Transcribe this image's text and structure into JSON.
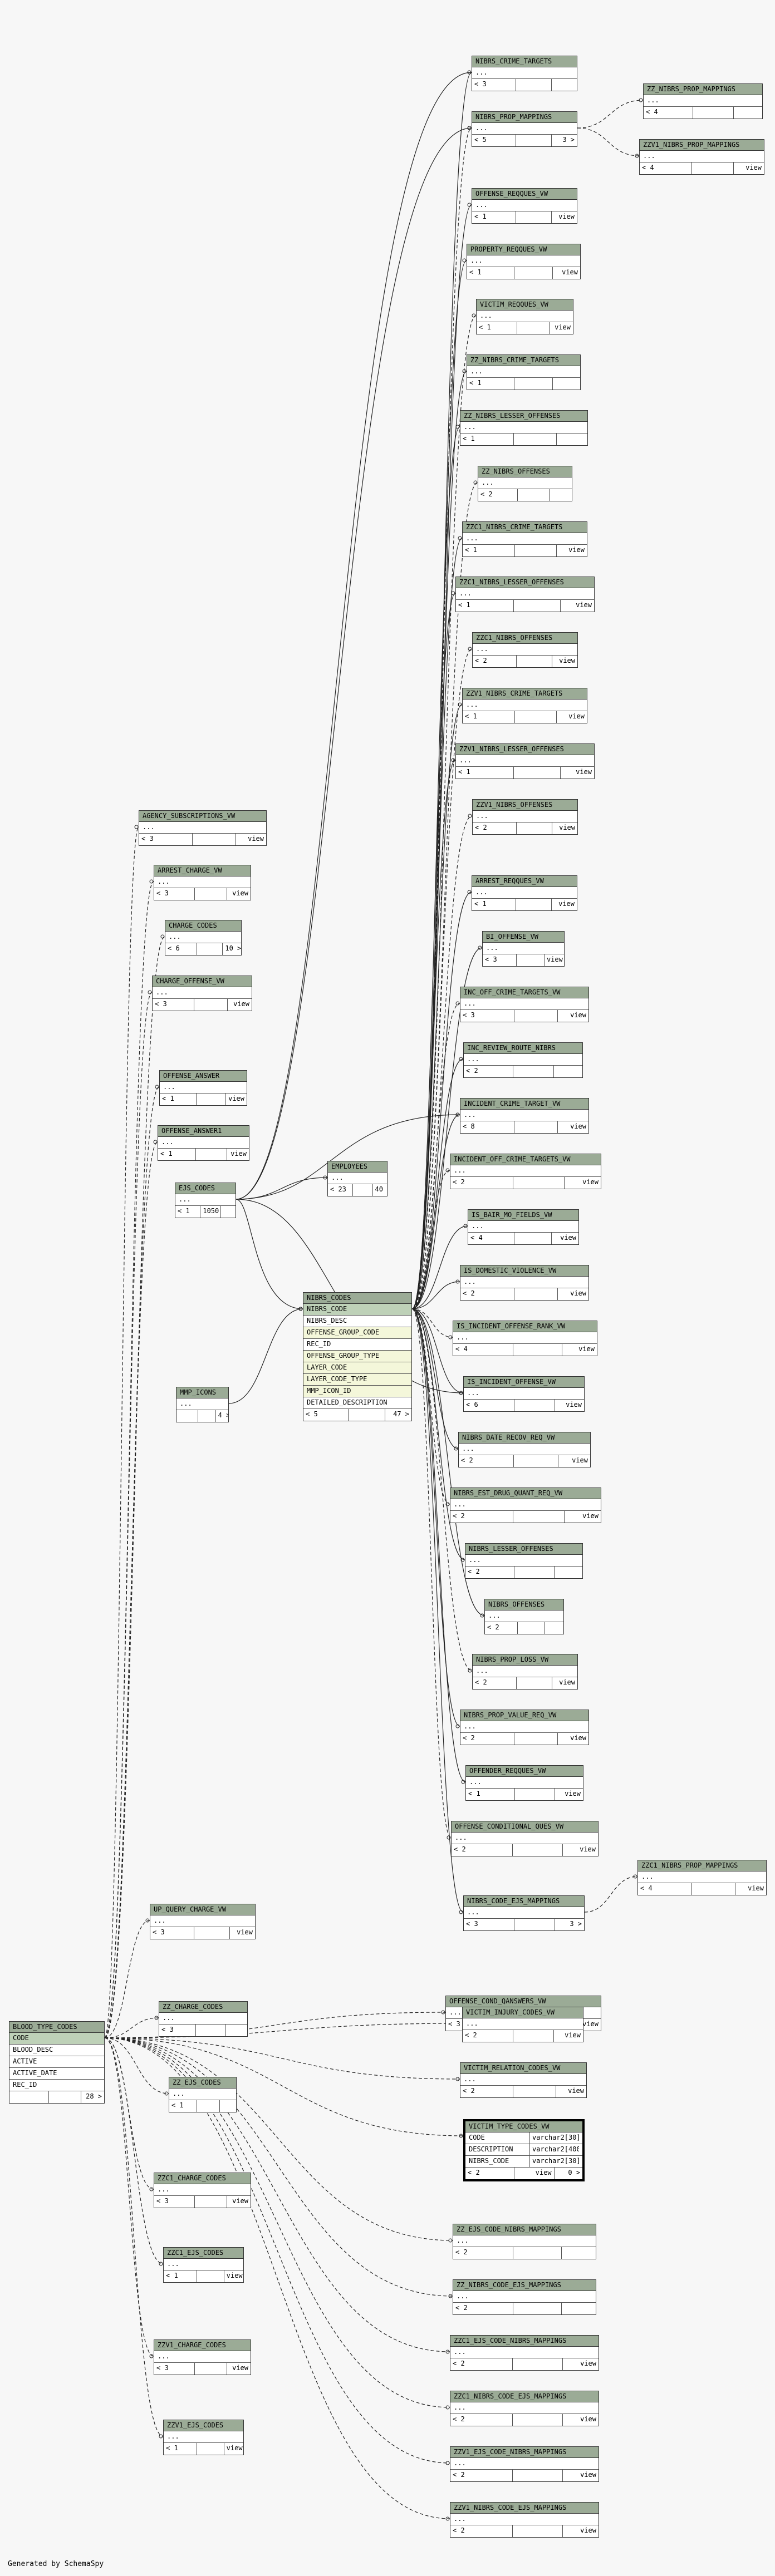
{
  "footer": "Generated by SchemaSpy",
  "tables": [
    {
      "id": "nibrs_crime_targets",
      "name": "NIBRS_CRIME_TARGETS",
      "rows": [
        "..."
      ],
      "foot": [
        "< 3",
        "",
        ""
      ]
    },
    {
      "id": "nibrs_prop_mappings",
      "name": "NIBRS_PROP_MAPPINGS",
      "rows": [
        "..."
      ],
      "foot": [
        "< 5",
        "",
        "3 >"
      ]
    },
    {
      "id": "zz_nibrs_prop_mappings",
      "name": "ZZ_NIBRS_PROP_MAPPINGS",
      "rows": [
        "..."
      ],
      "foot": [
        "< 4",
        "",
        ""
      ]
    },
    {
      "id": "zzv1_nibrs_prop_mappings",
      "name": "ZZV1_NIBRS_PROP_MAPPINGS",
      "rows": [
        "..."
      ],
      "foot": [
        "< 4",
        "",
        "view"
      ]
    },
    {
      "id": "offense_reqques_vw",
      "name": "OFFENSE_REQQUES_VW",
      "rows": [
        "..."
      ],
      "foot": [
        "< 1",
        "",
        "view"
      ]
    },
    {
      "id": "property_reqques_vw",
      "name": "PROPERTY_REQQUES_VW",
      "rows": [
        "..."
      ],
      "foot": [
        "< 1",
        "",
        "view"
      ]
    },
    {
      "id": "victim_reqques_vw",
      "name": "VICTIM_REQQUES_VW",
      "rows": [
        "..."
      ],
      "foot": [
        "< 1",
        "",
        "view"
      ]
    },
    {
      "id": "zz_nibrs_crime_targets",
      "name": "ZZ_NIBRS_CRIME_TARGETS",
      "rows": [
        "..."
      ],
      "foot": [
        "< 1",
        "",
        ""
      ]
    },
    {
      "id": "zz_nibrs_lesser_offenses",
      "name": "ZZ_NIBRS_LESSER_OFFENSES",
      "rows": [
        "..."
      ],
      "foot": [
        "< 1",
        "",
        ""
      ]
    },
    {
      "id": "zz_nibrs_offenses",
      "name": "ZZ_NIBRS_OFFENSES",
      "rows": [
        "..."
      ],
      "foot": [
        "< 2",
        "",
        ""
      ]
    },
    {
      "id": "zzc1_nibrs_crime_targets",
      "name": "ZZC1_NIBRS_CRIME_TARGETS",
      "rows": [
        "..."
      ],
      "foot": [
        "< 1",
        "",
        "view"
      ]
    },
    {
      "id": "zzc1_nibrs_lesser_offenses",
      "name": "ZZC1_NIBRS_LESSER_OFFENSES",
      "rows": [
        "..."
      ],
      "foot": [
        "< 1",
        "",
        "view"
      ]
    },
    {
      "id": "zzc1_nibrs_offenses",
      "name": "ZZC1_NIBRS_OFFENSES",
      "rows": [
        "..."
      ],
      "foot": [
        "< 2",
        "",
        "view"
      ]
    },
    {
      "id": "zzv1_nibrs_crime_targets",
      "name": "ZZV1_NIBRS_CRIME_TARGETS",
      "rows": [
        "..."
      ],
      "foot": [
        "< 1",
        "",
        "view"
      ]
    },
    {
      "id": "zzv1_nibrs_lesser_offenses",
      "name": "ZZV1_NIBRS_LESSER_OFFENSES",
      "rows": [
        "..."
      ],
      "foot": [
        "< 1",
        "",
        "view"
      ]
    },
    {
      "id": "zzv1_nibrs_offenses",
      "name": "ZZV1_NIBRS_OFFENSES",
      "rows": [
        "..."
      ],
      "foot": [
        "< 2",
        "",
        "view"
      ]
    },
    {
      "id": "agency_subscriptions_vw",
      "name": "AGENCY_SUBSCRIPTIONS_VW",
      "rows": [
        "..."
      ],
      "foot": [
        "< 3",
        "",
        "view"
      ]
    },
    {
      "id": "arrest_charge_vw",
      "name": "ARREST_CHARGE_VW",
      "rows": [
        "..."
      ],
      "foot": [
        "< 3",
        "",
        "view"
      ]
    },
    {
      "id": "charge_codes",
      "name": "CHARGE_CODES",
      "rows": [
        "..."
      ],
      "foot": [
        "< 6",
        "",
        "10 >"
      ]
    },
    {
      "id": "charge_offense_vw",
      "name": "CHARGE_OFFENSE_VW",
      "rows": [
        "..."
      ],
      "foot": [
        "< 3",
        "",
        "view"
      ]
    },
    {
      "id": "arrest_reqques_vw",
      "name": "ARREST_REQQUES_VW",
      "rows": [
        "..."
      ],
      "foot": [
        "< 1",
        "",
        "view"
      ]
    },
    {
      "id": "bi_offense_vw",
      "name": "BI_OFFENSE_VW",
      "rows": [
        "..."
      ],
      "foot": [
        "< 3",
        "",
        "view"
      ]
    },
    {
      "id": "inc_off_crime_targets_vw",
      "name": "INC_OFF_CRIME_TARGETS_VW",
      "rows": [
        "..."
      ],
      "foot": [
        "< 3",
        "",
        "view"
      ]
    },
    {
      "id": "inc_review_route_nibrs",
      "name": "INC_REVIEW_ROUTE_NIBRS",
      "rows": [
        "..."
      ],
      "foot": [
        "< 2",
        "",
        ""
      ]
    },
    {
      "id": "offense_answer",
      "name": "OFFENSE_ANSWER",
      "rows": [
        "..."
      ],
      "foot": [
        "< 1",
        "",
        "view"
      ]
    },
    {
      "id": "offense_answer1",
      "name": "OFFENSE_ANSWER1",
      "rows": [
        "..."
      ],
      "foot": [
        "< 1",
        "",
        "view"
      ]
    },
    {
      "id": "ejs_codes",
      "name": "EJS_CODES",
      "rows": [
        "..."
      ],
      "foot": [
        "< 1",
        "1050 >",
        ""
      ]
    },
    {
      "id": "employees",
      "name": "EMPLOYEES",
      "rows": [
        "..."
      ],
      "foot": [
        "< 23",
        "",
        "40 >"
      ]
    },
    {
      "id": "incident_crime_target_vw",
      "name": "INCIDENT_CRIME_TARGET_VW",
      "rows": [
        "..."
      ],
      "foot": [
        "< 8",
        "",
        "view"
      ]
    },
    {
      "id": "incident_off_crime_targets_vw",
      "name": "INCIDENT_OFF_CRIME_TARGETS_VW",
      "rows": [
        "..."
      ],
      "foot": [
        "< 2",
        "",
        "view"
      ]
    },
    {
      "id": "is_bair_mo_fields_vw",
      "name": "IS_BAIR_MO_FIELDS_VW",
      "rows": [
        "..."
      ],
      "foot": [
        "< 4",
        "",
        "view"
      ]
    },
    {
      "id": "is_domestic_violence_vw",
      "name": "IS_DOMESTIC_VIOLENCE_VW",
      "rows": [
        "..."
      ],
      "foot": [
        "< 2",
        "",
        "view"
      ]
    },
    {
      "id": "is_incident_offense_rank_vw",
      "name": "IS_INCIDENT_OFFENSE_RANK_VW",
      "rows": [
        "..."
      ],
      "foot": [
        "< 4",
        "",
        "view"
      ]
    },
    {
      "id": "is_incident_offense_vw",
      "name": "IS_INCIDENT_OFFENSE_VW",
      "rows": [
        "..."
      ],
      "foot": [
        "< 6",
        "",
        "view"
      ]
    },
    {
      "id": "nibrs_codes",
      "name": "NIBRS_CODES",
      "rows": [
        "NIBRS_CODE",
        "NIBRS_DESC",
        "OFFENSE_GROUP_CODE",
        "REC_ID",
        "OFFENSE_GROUP_TYPE",
        "LAYER_CODE",
        "LAYER_CODE_TYPE",
        "MMP_ICON_ID",
        "DETAILED_DESCRIPTION"
      ],
      "rowkinds": [
        "pk",
        "",
        "fk",
        "",
        "fk",
        "fk",
        "fk",
        "fk",
        ""
      ],
      "foot": [
        "< 5",
        "",
        "47 >"
      ]
    },
    {
      "id": "mmp_icons",
      "name": "MMP_ICONS",
      "rows": [
        "..."
      ],
      "foot": [
        "",
        "",
        "4 >"
      ]
    },
    {
      "id": "nibrs_date_recov_req_vw",
      "name": "NIBRS_DATE_RECOV_REQ_VW",
      "rows": [
        "..."
      ],
      "foot": [
        "< 2",
        "",
        "view"
      ]
    },
    {
      "id": "nibrs_est_drug_quant_req_vw",
      "name": "NIBRS_EST_DRUG_QUANT_REQ_VW",
      "rows": [
        "..."
      ],
      "foot": [
        "< 2",
        "",
        "view"
      ]
    },
    {
      "id": "nibrs_lesser_offenses",
      "name": "NIBRS_LESSER_OFFENSES",
      "rows": [
        "..."
      ],
      "foot": [
        "< 2",
        "",
        ""
      ]
    },
    {
      "id": "nibrs_offenses",
      "name": "NIBRS_OFFENSES",
      "rows": [
        "..."
      ],
      "foot": [
        "< 2",
        "",
        ""
      ]
    },
    {
      "id": "nibrs_prop_loss_vw",
      "name": "NIBRS_PROP_LOSS_VW",
      "rows": [
        "..."
      ],
      "foot": [
        "< 2",
        "",
        "view"
      ]
    },
    {
      "id": "nibrs_prop_value_req_vw",
      "name": "NIBRS_PROP_VALUE_REQ_VW",
      "rows": [
        "..."
      ],
      "foot": [
        "< 2",
        "",
        "view"
      ]
    },
    {
      "id": "offender_reqques_vw",
      "name": "OFFENDER_REQQUES_VW",
      "rows": [
        "..."
      ],
      "foot": [
        "< 1",
        "",
        "view"
      ]
    },
    {
      "id": "offense_conditional_ques_vw",
      "name": "OFFENSE_CONDITIONAL_QUES_VW",
      "rows": [
        "..."
      ],
      "foot": [
        "< 2",
        "",
        "view"
      ]
    },
    {
      "id": "zzc1_nibrs_prop_mappings",
      "name": "ZZC1_NIBRS_PROP_MAPPINGS",
      "rows": [
        "..."
      ],
      "foot": [
        "< 4",
        "",
        "view"
      ]
    },
    {
      "id": "nibrs_code_ejs_mappings",
      "name": "NIBRS_CODE_EJS_MAPPINGS",
      "rows": [
        "..."
      ],
      "foot": [
        "< 3",
        "",
        "3 >"
      ]
    },
    {
      "id": "up_query_charge_vw",
      "name": "UP_QUERY_CHARGE_VW",
      "rows": [
        "..."
      ],
      "foot": [
        "< 3",
        "",
        "view"
      ]
    },
    {
      "id": "offense_cond_qanswers_vw",
      "name": "OFFENSE_COND_QANSWERS_VW",
      "rows": [
        "..."
      ],
      "foot": [
        "< 3",
        "",
        "view"
      ]
    },
    {
      "id": "blood_type_codes",
      "name": "BLOOD_TYPE_CODES",
      "rows": [
        "CODE",
        "BLOOD_DESC",
        "ACTIVE",
        "ACTIVE_DATE",
        "REC_ID"
      ],
      "rowkinds": [
        "pk",
        "",
        "",
        "",
        ""
      ],
      "foot": [
        "",
        "",
        "28 >"
      ]
    },
    {
      "id": "zz_charge_codes",
      "name": "ZZ_CHARGE_CODES",
      "rows": [
        "..."
      ],
      "foot": [
        "< 3",
        "",
        ""
      ]
    },
    {
      "id": "victim_injury_codes_vw",
      "name": "VICTIM_INJURY_CODES_VW",
      "rows": [
        "..."
      ],
      "foot": [
        "< 2",
        "",
        "view"
      ]
    },
    {
      "id": "zz_ejs_codes",
      "name": "ZZ_EJS_CODES",
      "rows": [
        "..."
      ],
      "foot": [
        "< 1",
        "",
        ""
      ]
    },
    {
      "id": "victim_relation_codes_vw",
      "name": "VICTIM_RELATION_CODES_VW",
      "rows": [
        "..."
      ],
      "foot": [
        "< 2",
        "",
        "view"
      ]
    },
    {
      "id": "victim_type_codes_vw",
      "name": "VICTIM_TYPE_CODES_VW",
      "rows": [
        "CODE",
        "DESCRIPTION",
        "NIBRS_CODE"
      ],
      "types": [
        "varchar2[30]",
        "varchar2[400]",
        "varchar2[30]"
      ],
      "foot": [
        "< 2",
        "view",
        "0 >"
      ],
      "selected": true
    },
    {
      "id": "zzc1_charge_codes",
      "name": "ZZC1_CHARGE_CODES",
      "rows": [
        "..."
      ],
      "foot": [
        "< 3",
        "",
        "view"
      ]
    },
    {
      "id": "zzc1_ejs_codes",
      "name": "ZZC1_EJS_CODES",
      "rows": [
        "..."
      ],
      "foot": [
        "< 1",
        "",
        "view"
      ]
    },
    {
      "id": "zz_ejs_code_nibrs_mappings",
      "name": "ZZ_EJS_CODE_NIBRS_MAPPINGS",
      "rows": [
        "..."
      ],
      "foot": [
        "< 2",
        "",
        ""
      ]
    },
    {
      "id": "zz_nibrs_code_ejs_mappings",
      "name": "ZZ_NIBRS_CODE_EJS_MAPPINGS",
      "rows": [
        "..."
      ],
      "foot": [
        "< 2",
        "",
        ""
      ]
    },
    {
      "id": "zzc1_ejs_code_nibrs_mappings",
      "name": "ZZC1_EJS_CODE_NIBRS_MAPPINGS",
      "rows": [
        "..."
      ],
      "foot": [
        "< 2",
        "",
        "view"
      ]
    },
    {
      "id": "zzv1_charge_codes",
      "name": "ZZV1_CHARGE_CODES",
      "rows": [
        "..."
      ],
      "foot": [
        "< 3",
        "",
        "view"
      ]
    },
    {
      "id": "zzc1_nibrs_code_ejs_mappings",
      "name": "ZZC1_NIBRS_CODE_EJS_MAPPINGS",
      "rows": [
        "..."
      ],
      "foot": [
        "< 2",
        "",
        "view"
      ]
    },
    {
      "id": "zzv1_ejs_codes",
      "name": "ZZV1_EJS_CODES",
      "rows": [
        "..."
      ],
      "foot": [
        "< 1",
        "",
        "view"
      ]
    },
    {
      "id": "zzv1_ejs_code_nibrs_mappings",
      "name": "ZZV1_EJS_CODE_NIBRS_MAPPINGS",
      "rows": [
        "..."
      ],
      "foot": [
        "< 2",
        "",
        "view"
      ]
    },
    {
      "id": "zzv1_nibrs_code_ejs_mappings",
      "name": "ZZV1_NIBRS_CODE_EJS_MAPPINGS",
      "rows": [
        "..."
      ],
      "foot": [
        "< 2",
        "",
        "view"
      ]
    }
  ],
  "colors": {
    "header": "#9bab96",
    "pk": "#bed1b8",
    "fk": "#f4f7da",
    "background": "#f7f7f7"
  }
}
